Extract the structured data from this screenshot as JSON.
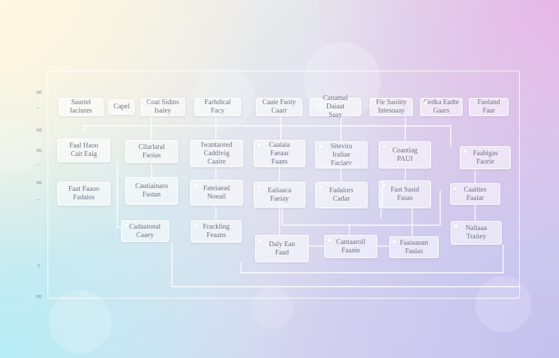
{
  "nodes": [
    {
      "id": "n1",
      "label": "Sauriel\nIaciures"
    },
    {
      "id": "n2",
      "label": "Capel"
    },
    {
      "id": "n3",
      "label": "Coat Sidins\nIsaiey"
    },
    {
      "id": "n4",
      "label": "Farhdical\nFacy"
    },
    {
      "id": "n5",
      "label": "Caaie Faoiy\nCaarr"
    },
    {
      "id": "n6",
      "label": "Canamal Daiaat\nSaay"
    },
    {
      "id": "n7",
      "label": "Fie Saoiity\nIntesoaay"
    },
    {
      "id": "n8",
      "label": "Cedka Eadte\nGaars"
    },
    {
      "id": "n9",
      "label": "Faoland\nFaar"
    },
    {
      "id": "n10",
      "label": "Faal Haoo\nCait Eaig"
    },
    {
      "id": "n11",
      "label": "Cilarlaral\nFaoias"
    },
    {
      "id": "n12",
      "label": "Iwantaored\nCaddivig\nCaaire"
    },
    {
      "id": "n13",
      "label": "Caaiaia\nFaeaar\nFaans"
    },
    {
      "id": "n14",
      "label": "Sitevira\nIraliae\nFaciarv"
    },
    {
      "id": "n15",
      "label": "Coantiag\nPAUI"
    },
    {
      "id": "n16",
      "label": "Faahigas\nFaorie"
    },
    {
      "id": "n17",
      "label": "Faat Faaoo\nFadaios"
    },
    {
      "id": "n18",
      "label": "Cautiainaro\nFastan"
    },
    {
      "id": "n19",
      "label": "Fateiaead\nNoeail"
    },
    {
      "id": "n20",
      "label": "Eaiiaaca\nFaeiay"
    },
    {
      "id": "n21",
      "label": "Fadaiors\nCadar"
    },
    {
      "id": "n22",
      "label": "Fast Sasid\nFasas"
    },
    {
      "id": "n23",
      "label": "Caaities\nFaaiar"
    },
    {
      "id": "n24",
      "label": "Cadaaional\nCaaey"
    },
    {
      "id": "n25",
      "label": "Frackling\nFeaans"
    },
    {
      "id": "n26",
      "label": "Daly Ean\nFaad"
    },
    {
      "id": "n27",
      "label": "Cantaaroll\nFaanie"
    },
    {
      "id": "n28",
      "label": "Faaiaauan\nFaaias"
    },
    {
      "id": "n29",
      "label": "Naliaaa\nTraiiey"
    }
  ],
  "ticks": [
    "ɑɑ",
    "–",
    "ɑɑ",
    "ɑɑ",
    "–",
    "ɑɑ",
    "–",
    "⊐",
    "ɑɑ"
  ]
}
